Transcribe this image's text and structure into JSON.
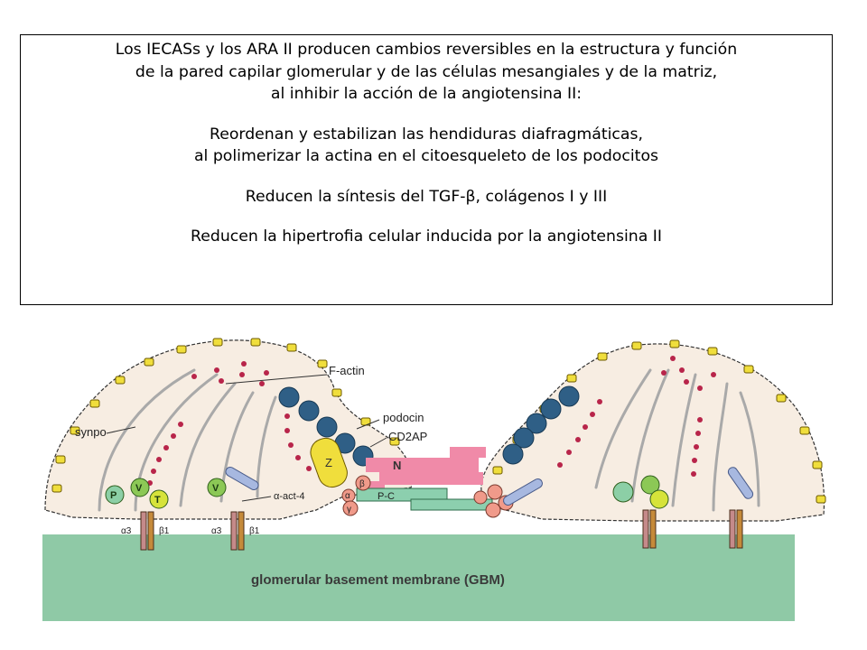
{
  "intro": {
    "line1": "Los IECASs y los ARA II producen cambios reversibles en la estructura y función",
    "line2": "de la pared capilar glomerular y de las células mesangiales y de la matriz,",
    "line3": "al inhibir la acción de la angiotensina II:"
  },
  "effects": [
    {
      "line1": "Reordenan y estabilizan las hendiduras diafragmáticas,",
      "line2": "al polimerizar la actina en el citoesqueleto de los podocitos"
    },
    {
      "line1": "Reducen la síntesis del TGF-β, colágenos I y III"
    },
    {
      "line1": "Reducen la hipertrofia celular inducida por la angiotensina II"
    }
  ],
  "diagram": {
    "labels": {
      "f_actin": "F-actin",
      "podocin": "podocin",
      "cd2ap": "CD2AP",
      "synpo": "synpo",
      "act4": "α-act-4",
      "gbm": "glomerular basement membrane (GBM)",
      "z": "Z",
      "n": "N",
      "pc": "P-C",
      "p": "P",
      "v": "V",
      "t": "T",
      "v2": "V",
      "alpha3_a": "α3",
      "beta1_a": "β1",
      "alpha3_b": "α3",
      "beta1_b": "β1",
      "alpha_small": "α",
      "beta_small": "β",
      "gamma_small": "γ"
    },
    "colors": {
      "gbm": "#8fc9a6",
      "cytoplasm": "#f7ede2",
      "membrane_protein": "#f0de3c",
      "actin_dot": "#b8254a",
      "navy_circle": "#2f5f86",
      "nephrin": "#f08aa8",
      "green_protein": "#8cc856"
    }
  }
}
